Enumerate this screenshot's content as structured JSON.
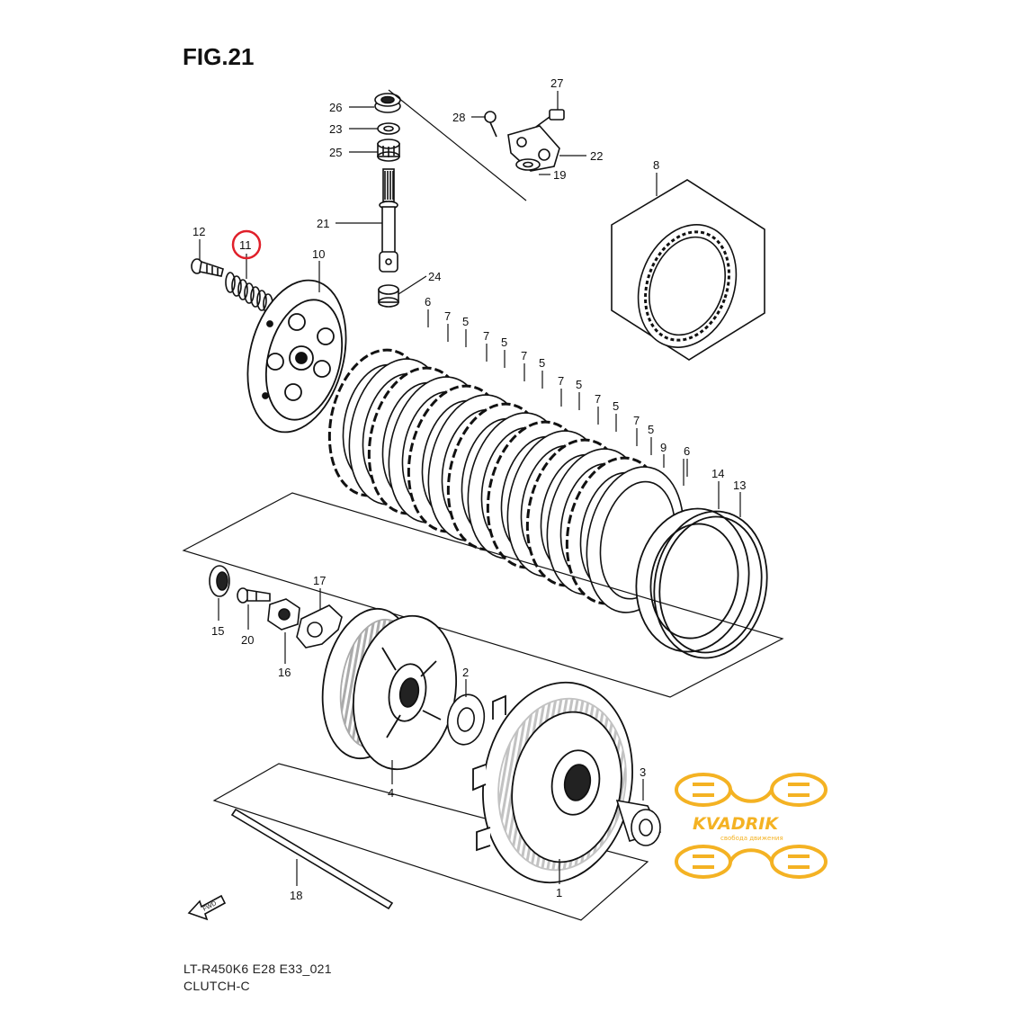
{
  "figure": {
    "title": "FIG.21",
    "model_code": "LT-R450K6 E28 E33_021",
    "section_name": "CLUTCH-C"
  },
  "callouts": [
    "1",
    "2",
    "3",
    "4",
    "5",
    "6",
    "7",
    "8",
    "9",
    "10",
    "11",
    "12",
    "13",
    "14",
    "15",
    "16",
    "17",
    "18",
    "19",
    "20",
    "21",
    "22",
    "23",
    "24",
    "25",
    "26",
    "27",
    "28"
  ],
  "highlighted_callout": "11",
  "fwd_marker": "FWD",
  "watermark": {
    "brand": "KVADRIK",
    "tagline": "свобода движения",
    "color": "#f4b223"
  },
  "colors": {
    "line": "#111111",
    "highlight": "#e0202a"
  }
}
